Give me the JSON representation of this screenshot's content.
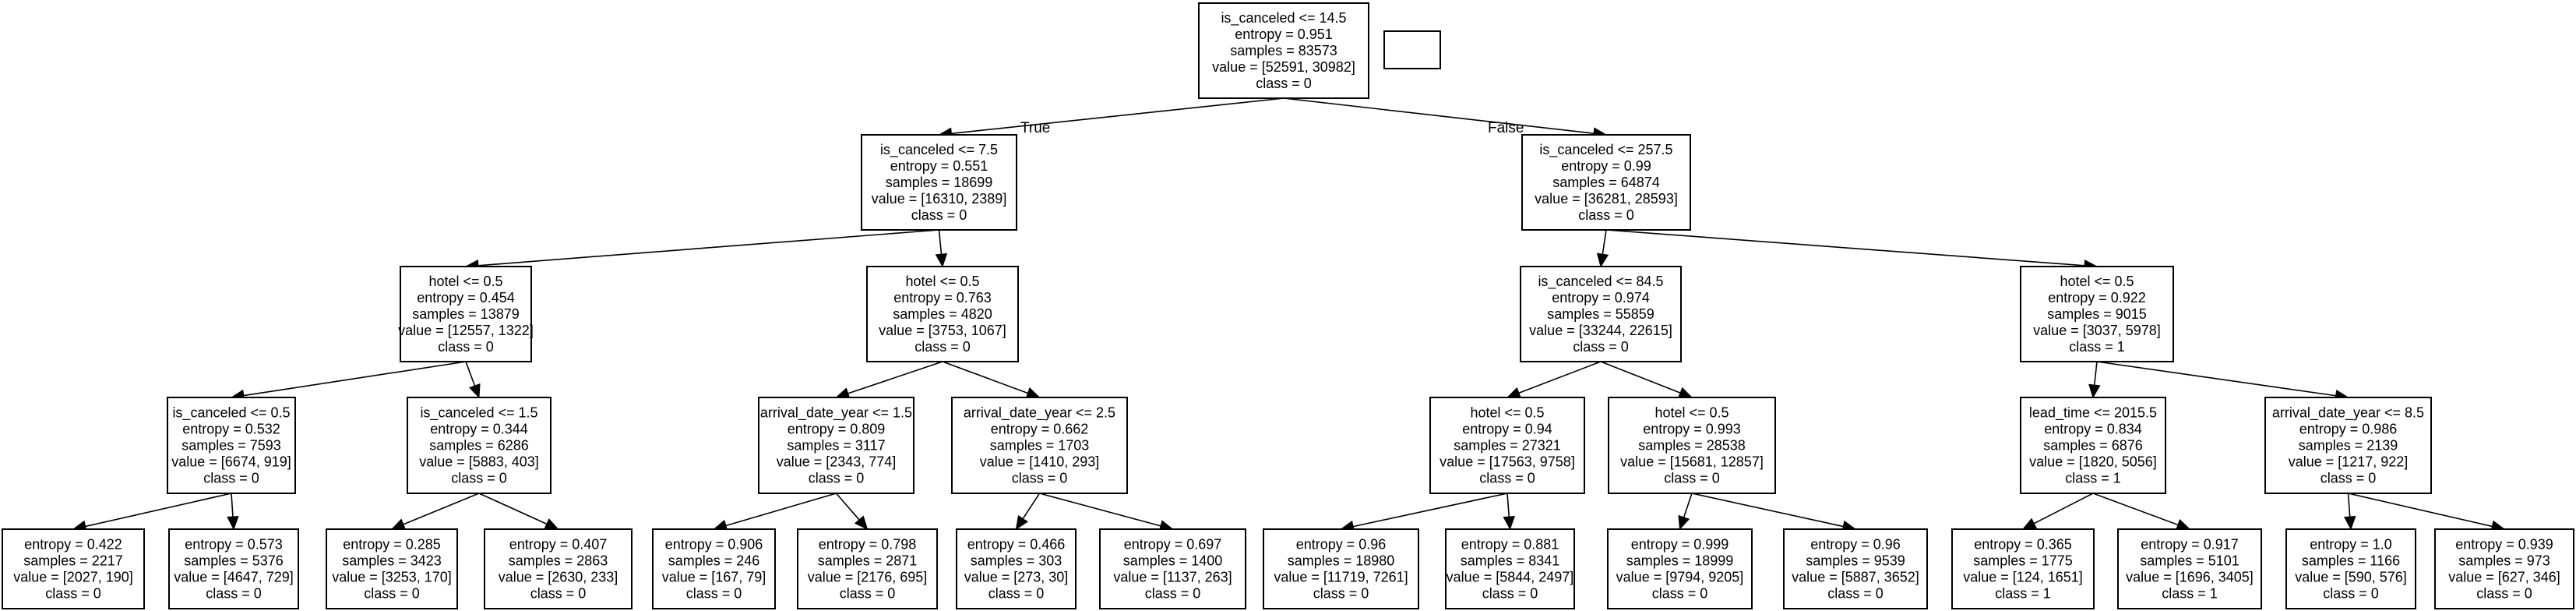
{
  "tree": {
    "true_label": "True",
    "false_label": "False",
    "nodes": {
      "n0": {
        "lines": [
          "is_canceled <= 14.5",
          "entropy = 0.951",
          "samples = 83573",
          "value = [52591, 30982]",
          "class = 0"
        ]
      },
      "n1": {
        "lines": [
          "is_canceled <= 7.5",
          "entropy = 0.551",
          "samples = 18699",
          "value = [16310, 2389]",
          "class = 0"
        ]
      },
      "n2": {
        "lines": [
          "is_canceled <= 257.5",
          "entropy = 0.99",
          "samples = 64874",
          "value = [36281, 28593]",
          "class = 0"
        ]
      },
      "n3": {
        "lines": [
          "hotel <= 0.5",
          "entropy = 0.454",
          "samples = 13879",
          "value = [12557, 1322]",
          "class = 0"
        ]
      },
      "n4": {
        "lines": [
          "hotel <= 0.5",
          "entropy = 0.763",
          "samples = 4820",
          "value = [3753, 1067]",
          "class = 0"
        ]
      },
      "n5": {
        "lines": [
          "is_canceled <= 84.5",
          "entropy = 0.974",
          "samples = 55859",
          "value = [33244, 22615]",
          "class = 0"
        ]
      },
      "n6": {
        "lines": [
          "hotel <= 0.5",
          "entropy = 0.922",
          "samples = 9015",
          "value = [3037, 5978]",
          "class = 1"
        ]
      },
      "n7": {
        "lines": [
          "is_canceled <= 0.5",
          "entropy = 0.532",
          "samples = 7593",
          "value = [6674, 919]",
          "class = 0"
        ]
      },
      "n8": {
        "lines": [
          "is_canceled <= 1.5",
          "entropy = 0.344",
          "samples = 6286",
          "value = [5883, 403]",
          "class = 0"
        ]
      },
      "n9": {
        "lines": [
          "arrival_date_year <= 1.5",
          "entropy = 0.809",
          "samples = 3117",
          "value = [2343, 774]",
          "class = 0"
        ]
      },
      "n10": {
        "lines": [
          "arrival_date_year <= 2.5",
          "entropy = 0.662",
          "samples = 1703",
          "value = [1410, 293]",
          "class = 0"
        ]
      },
      "n11": {
        "lines": [
          "hotel <= 0.5",
          "entropy = 0.94",
          "samples = 27321",
          "value = [17563, 9758]",
          "class = 0"
        ]
      },
      "n12": {
        "lines": [
          "hotel <= 0.5",
          "entropy = 0.993",
          "samples = 28538",
          "value = [15681, 12857]",
          "class = 0"
        ]
      },
      "n13": {
        "lines": [
          "lead_time <= 2015.5",
          "entropy = 0.834",
          "samples = 6876",
          "value = [1820, 5056]",
          "class = 1"
        ]
      },
      "n14": {
        "lines": [
          "arrival_date_year <= 8.5",
          "entropy = 0.986",
          "samples = 2139",
          "value = [1217, 922]",
          "class = 0"
        ]
      },
      "n15": {
        "lines": [
          "entropy = 0.422",
          "samples = 2217",
          "value = [2027, 190]",
          "class = 0"
        ]
      },
      "n16": {
        "lines": [
          "entropy = 0.573",
          "samples = 5376",
          "value = [4647, 729]",
          "class = 0"
        ]
      },
      "n17": {
        "lines": [
          "entropy = 0.285",
          "samples = 3423",
          "value = [3253, 170]",
          "class = 0"
        ]
      },
      "n18": {
        "lines": [
          "entropy = 0.407",
          "samples = 2863",
          "value = [2630, 233]",
          "class = 0"
        ]
      },
      "n19": {
        "lines": [
          "entropy = 0.906",
          "samples = 246",
          "value = [167, 79]",
          "class = 0"
        ]
      },
      "n20": {
        "lines": [
          "entropy = 0.798",
          "samples = 2871",
          "value = [2176, 695]",
          "class = 0"
        ]
      },
      "n21": {
        "lines": [
          "entropy = 0.466",
          "samples = 303",
          "value = [273, 30]",
          "class = 0"
        ]
      },
      "n22": {
        "lines": [
          "entropy = 0.697",
          "samples = 1400",
          "value = [1137, 263]",
          "class = 0"
        ]
      },
      "n23": {
        "lines": [
          "entropy = 0.96",
          "samples = 18980",
          "value = [11719, 7261]",
          "class = 0"
        ]
      },
      "n24": {
        "lines": [
          "entropy = 0.881",
          "samples = 8341",
          "value = [5844, 2497]",
          "class = 0"
        ]
      },
      "n25": {
        "lines": [
          "entropy = 0.999",
          "samples = 18999",
          "value = [9794, 9205]",
          "class = 0"
        ]
      },
      "n26": {
        "lines": [
          "entropy = 0.96",
          "samples = 9539",
          "value = [5887, 3652]",
          "class = 0"
        ]
      },
      "n27": {
        "lines": [
          "entropy = 0.365",
          "samples = 1775",
          "value = [124, 1651]",
          "class = 1"
        ]
      },
      "n28": {
        "lines": [
          "entropy = 0.917",
          "samples = 5101",
          "value = [1696, 3405]",
          "class = 1"
        ]
      },
      "n29": {
        "lines": [
          "entropy = 1.0",
          "samples = 1166",
          "value = [590, 576]",
          "class = 0"
        ]
      },
      "n30": {
        "lines": [
          "entropy = 0.939",
          "samples = 973",
          "value = [627, 346]",
          "class = 0"
        ]
      }
    }
  }
}
